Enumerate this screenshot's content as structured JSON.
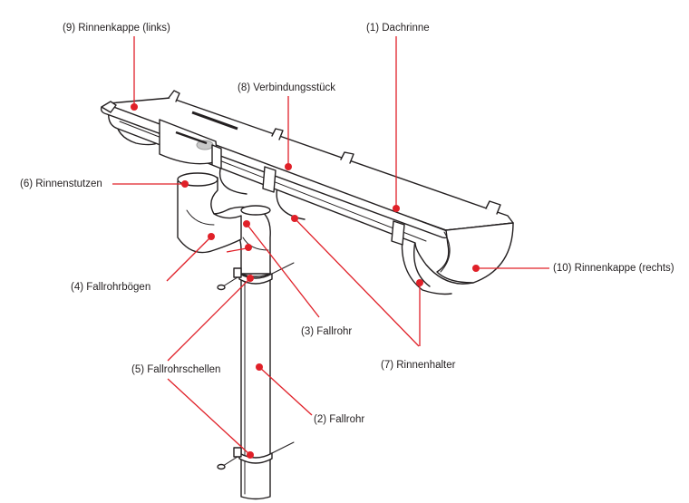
{
  "labels": {
    "rinnenkappe_links": "(9) Rinnenkappe (links)",
    "dachrinne": "(1) Dachrinne",
    "verbindungsstueck": "(8) Verbindungsstück",
    "rinnenstutzen": "(6) Rinnenstutzen",
    "rinnenkappe_rechts": "(10) Rinnenkappe (rechts)",
    "fallrohrboegen": "(4) Fallrohrbögen",
    "fallrohr_3": "(3) Fallrohr",
    "rinnenhalter": "(7) Rinnenhalter",
    "fallrohrschellen": "(5) Fallrohrschellen",
    "fallrohr_2": "(2) Fallrohr"
  },
  "colors": {
    "accent": "#e02028",
    "ink": "#231f20",
    "background": "#ffffff"
  }
}
